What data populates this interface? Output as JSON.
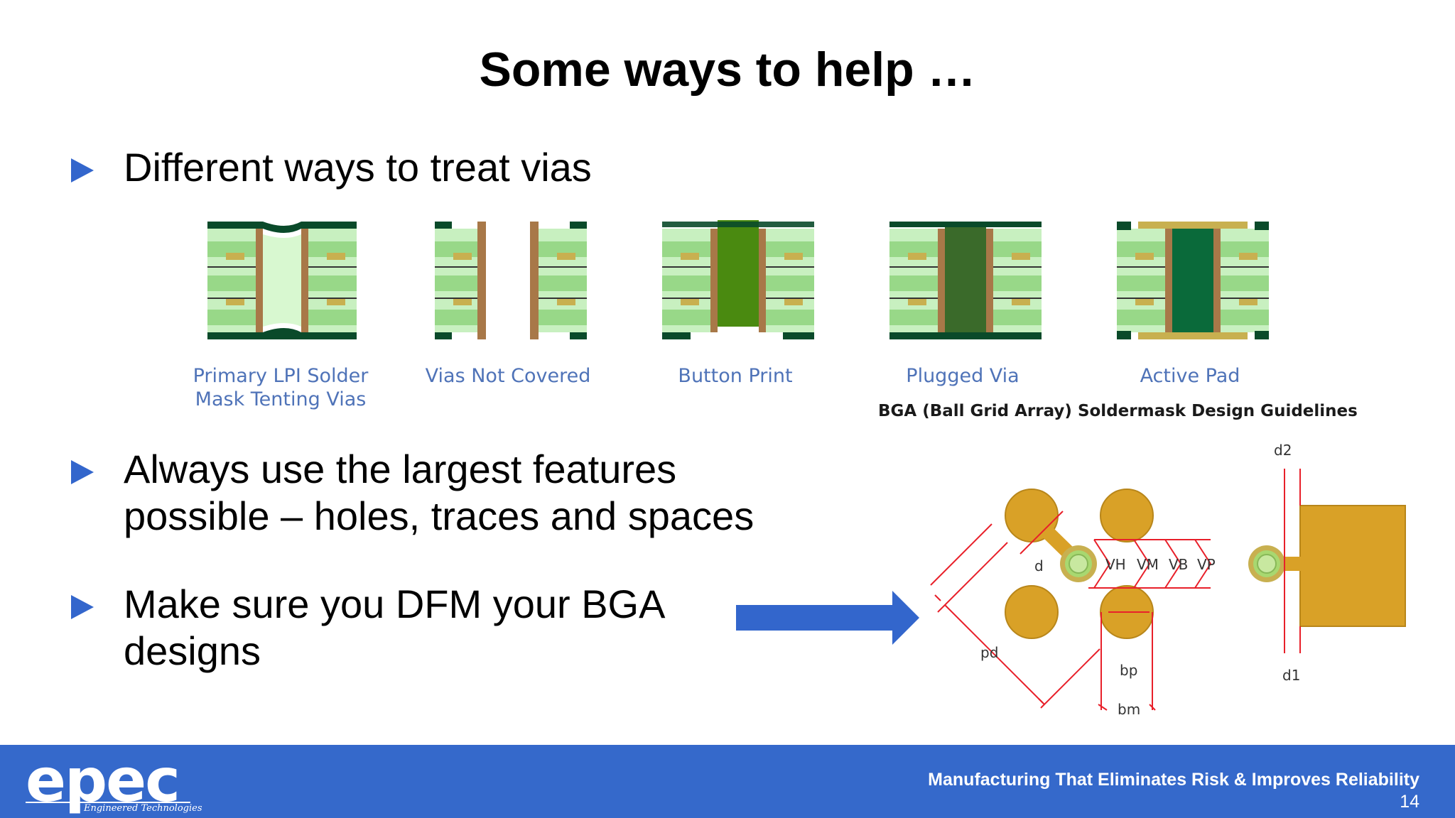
{
  "slide": {
    "title": "Some ways to help …",
    "bullets": [
      "Different ways to treat vias",
      "Always use the largest features\npossible – holes, traces and spaces",
      "Make sure you DFM your BGA\ndesigns"
    ]
  },
  "via_figure": {
    "labels": [
      "Primary LPI Solder\nMask Tenting Vias",
      "Vias Not Covered",
      "Button Print",
      "Plugged Via",
      "Active Pad"
    ],
    "caption": "BGA (Ball Grid Array) Soldermask Design Guidelines",
    "colors": {
      "layer_light": "#c8f0c0",
      "layer_mid": "#98d888",
      "copper": "#a87848",
      "pad": "#c8b050",
      "mask_dark": "#0a4a2a",
      "plug": "#3a6a2a",
      "button": "#4a8a10"
    }
  },
  "bga_figure": {
    "dimension_labels": [
      "d2",
      "d",
      "VH",
      "VM",
      "VB",
      "VP",
      "pd",
      "bp",
      "bm",
      "d1"
    ],
    "colors": {
      "ball": "#d9a127",
      "ball_outline": "#b8861a",
      "via_ring": "#a8d870",
      "dimension": "#e8202a"
    }
  },
  "arrow": {
    "color": "#3366cc"
  },
  "footer": {
    "logo_text": "epec",
    "logo_subtext": "Engineered Technologies",
    "tagline": "Manufacturing That Eliminates Risk & Improves Reliability",
    "page_number": "14",
    "color": "#3569cb"
  }
}
